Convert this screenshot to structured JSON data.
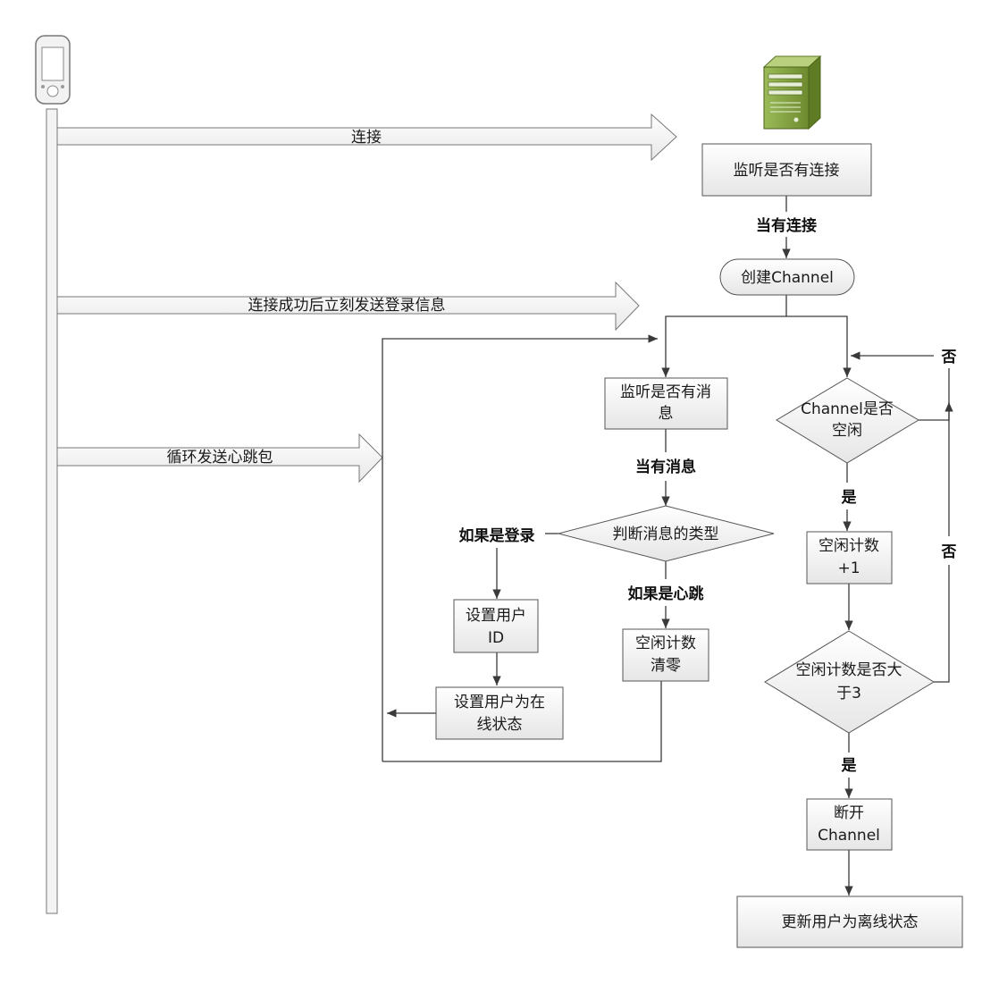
{
  "client_arrows": {
    "connect": "连接",
    "send_login": "连接成功后立刻发送登录信息",
    "heartbeat": "循环发送心跳包"
  },
  "nodes": {
    "listen_connection": "监听是否有连接",
    "create_channel": "创建Channel",
    "listen_message_1": "监听是否有消",
    "listen_message_2": "息",
    "judge_message_type": "判断消息的类型",
    "set_user_id_1": "设置用户",
    "set_user_id_2": "ID",
    "set_user_online_1": "设置用户为在",
    "set_user_online_2": "线状态",
    "idle_count_reset_1": "空闲计数",
    "idle_count_reset_2": "清零",
    "channel_idle_1": "Channel是否",
    "channel_idle_2": "空闲",
    "idle_count_inc_1": "空闲计数",
    "idle_count_inc_2": "+1",
    "idle_gt3_1": "空闲计数是否大",
    "idle_gt3_2": "于3",
    "disconnect_1": "断开",
    "disconnect_2": "Channel",
    "update_offline": "更新用户为离线状态"
  },
  "edge_labels": {
    "when_connected": "当有连接",
    "when_message": "当有消息",
    "if_login": "如果是登录",
    "if_heartbeat": "如果是心跳",
    "yes_1": "是",
    "yes_2": "是",
    "no_1": "否",
    "no_2": "否"
  },
  "colors": {
    "box_fill_top": "#ffffff",
    "box_fill_bottom": "#e9e9e9",
    "box_stroke": "#555555",
    "server_green": "#7a9a3a",
    "lifeline_fill": "#f4f4f4"
  },
  "icons": {
    "client": "phone-icon",
    "server": "server-icon"
  }
}
